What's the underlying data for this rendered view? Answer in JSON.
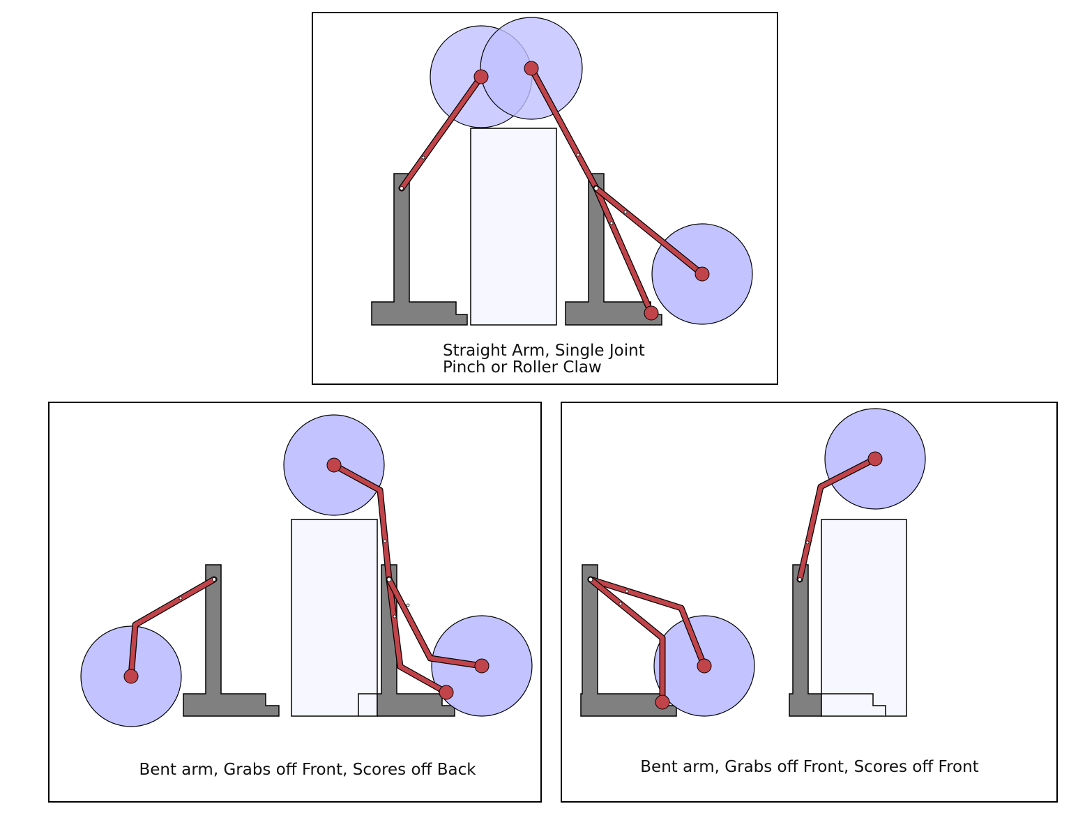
{
  "panels": {
    "top": {
      "caption_line1": "Straight Arm, Single Joint",
      "caption_line2": "Pinch or Roller Claw"
    },
    "bottom_left": {
      "caption": "Bent arm, Grabs off Front, Scores off Back"
    },
    "bottom_right": {
      "caption": "Bent arm, Grabs off Front, Scores off Front"
    }
  },
  "colors": {
    "wheel": "#bfc0ff",
    "arm": "#c0444a",
    "tower": "#808080",
    "block": "#f7f8ff"
  }
}
